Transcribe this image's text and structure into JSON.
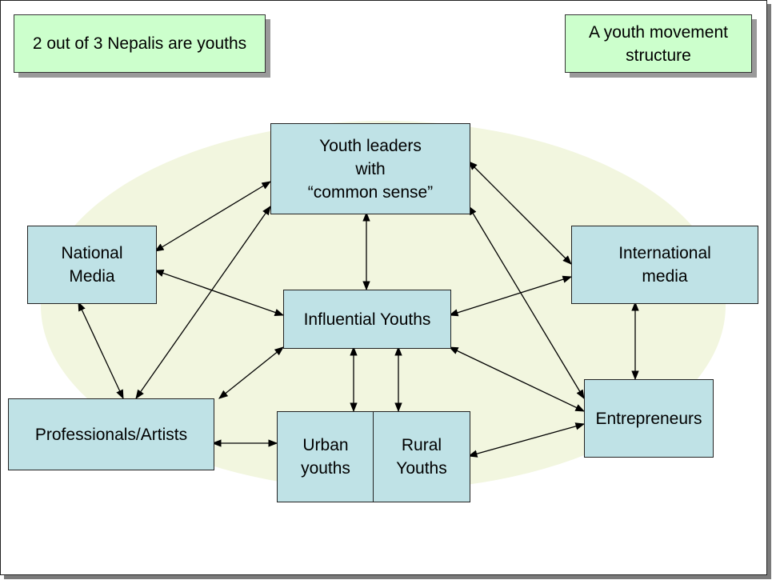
{
  "callouts": {
    "stat": "2 out of 3 Nepalis are youths",
    "title": "A youth movement\nstructure"
  },
  "nodes": {
    "youth_leaders": "Youth leaders\nwith\n“common sense”",
    "national_media": "National\nMedia",
    "international_media": "International\nmedia",
    "influential_youths": "Influential Youths",
    "professionals_artists": "Professionals/Artists",
    "entrepreneurs": "Entrepreneurs",
    "urban_youths": "Urban\nyouths",
    "rural_youths": "Rural\nYouths"
  },
  "connections": [
    [
      "youth_leaders",
      "national_media"
    ],
    [
      "youth_leaders",
      "influential_youths"
    ],
    [
      "youth_leaders",
      "professionals_artists"
    ],
    [
      "youth_leaders",
      "international_media"
    ],
    [
      "youth_leaders",
      "entrepreneurs"
    ],
    [
      "national_media",
      "influential_youths"
    ],
    [
      "national_media",
      "professionals_artists"
    ],
    [
      "influential_youths",
      "international_media"
    ],
    [
      "influential_youths",
      "professionals_artists"
    ],
    [
      "influential_youths",
      "urban_youths"
    ],
    [
      "influential_youths",
      "rural_youths"
    ],
    [
      "influential_youths",
      "entrepreneurs"
    ],
    [
      "international_media",
      "entrepreneurs"
    ],
    [
      "professionals_artists",
      "urban_youths"
    ],
    [
      "rural_youths",
      "entrepreneurs"
    ]
  ]
}
